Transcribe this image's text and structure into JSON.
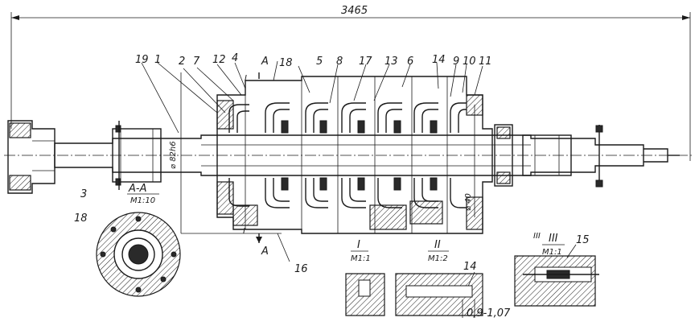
{
  "dimensions": {
    "overall_length": "3465",
    "shaft_diameter": "⌀ 82h6",
    "seal_diameter": "⌀ 40",
    "clearance": "0,9-1,07"
  },
  "callouts": [
    "1",
    "2",
    "3",
    "4",
    "5",
    "6",
    "7",
    "8",
    "9",
    "10",
    "11",
    "12",
    "13",
    "14",
    "15",
    "16",
    "17",
    "18",
    "19"
  ],
  "sections": {
    "aa": {
      "label": "A-A",
      "sheet": "M1:10"
    },
    "cut_marker": "A",
    "cut_marker_top": "A",
    "roman_I": {
      "label": "I",
      "sheet": "M1:1"
    },
    "roman_II": {
      "label": "II",
      "sheet": "M1:2"
    },
    "roman_III": {
      "label": "III",
      "sheet": "M1:1"
    },
    "view_I_marker": "I",
    "view_I_bottom": "I",
    "view_III_marker": "III"
  }
}
